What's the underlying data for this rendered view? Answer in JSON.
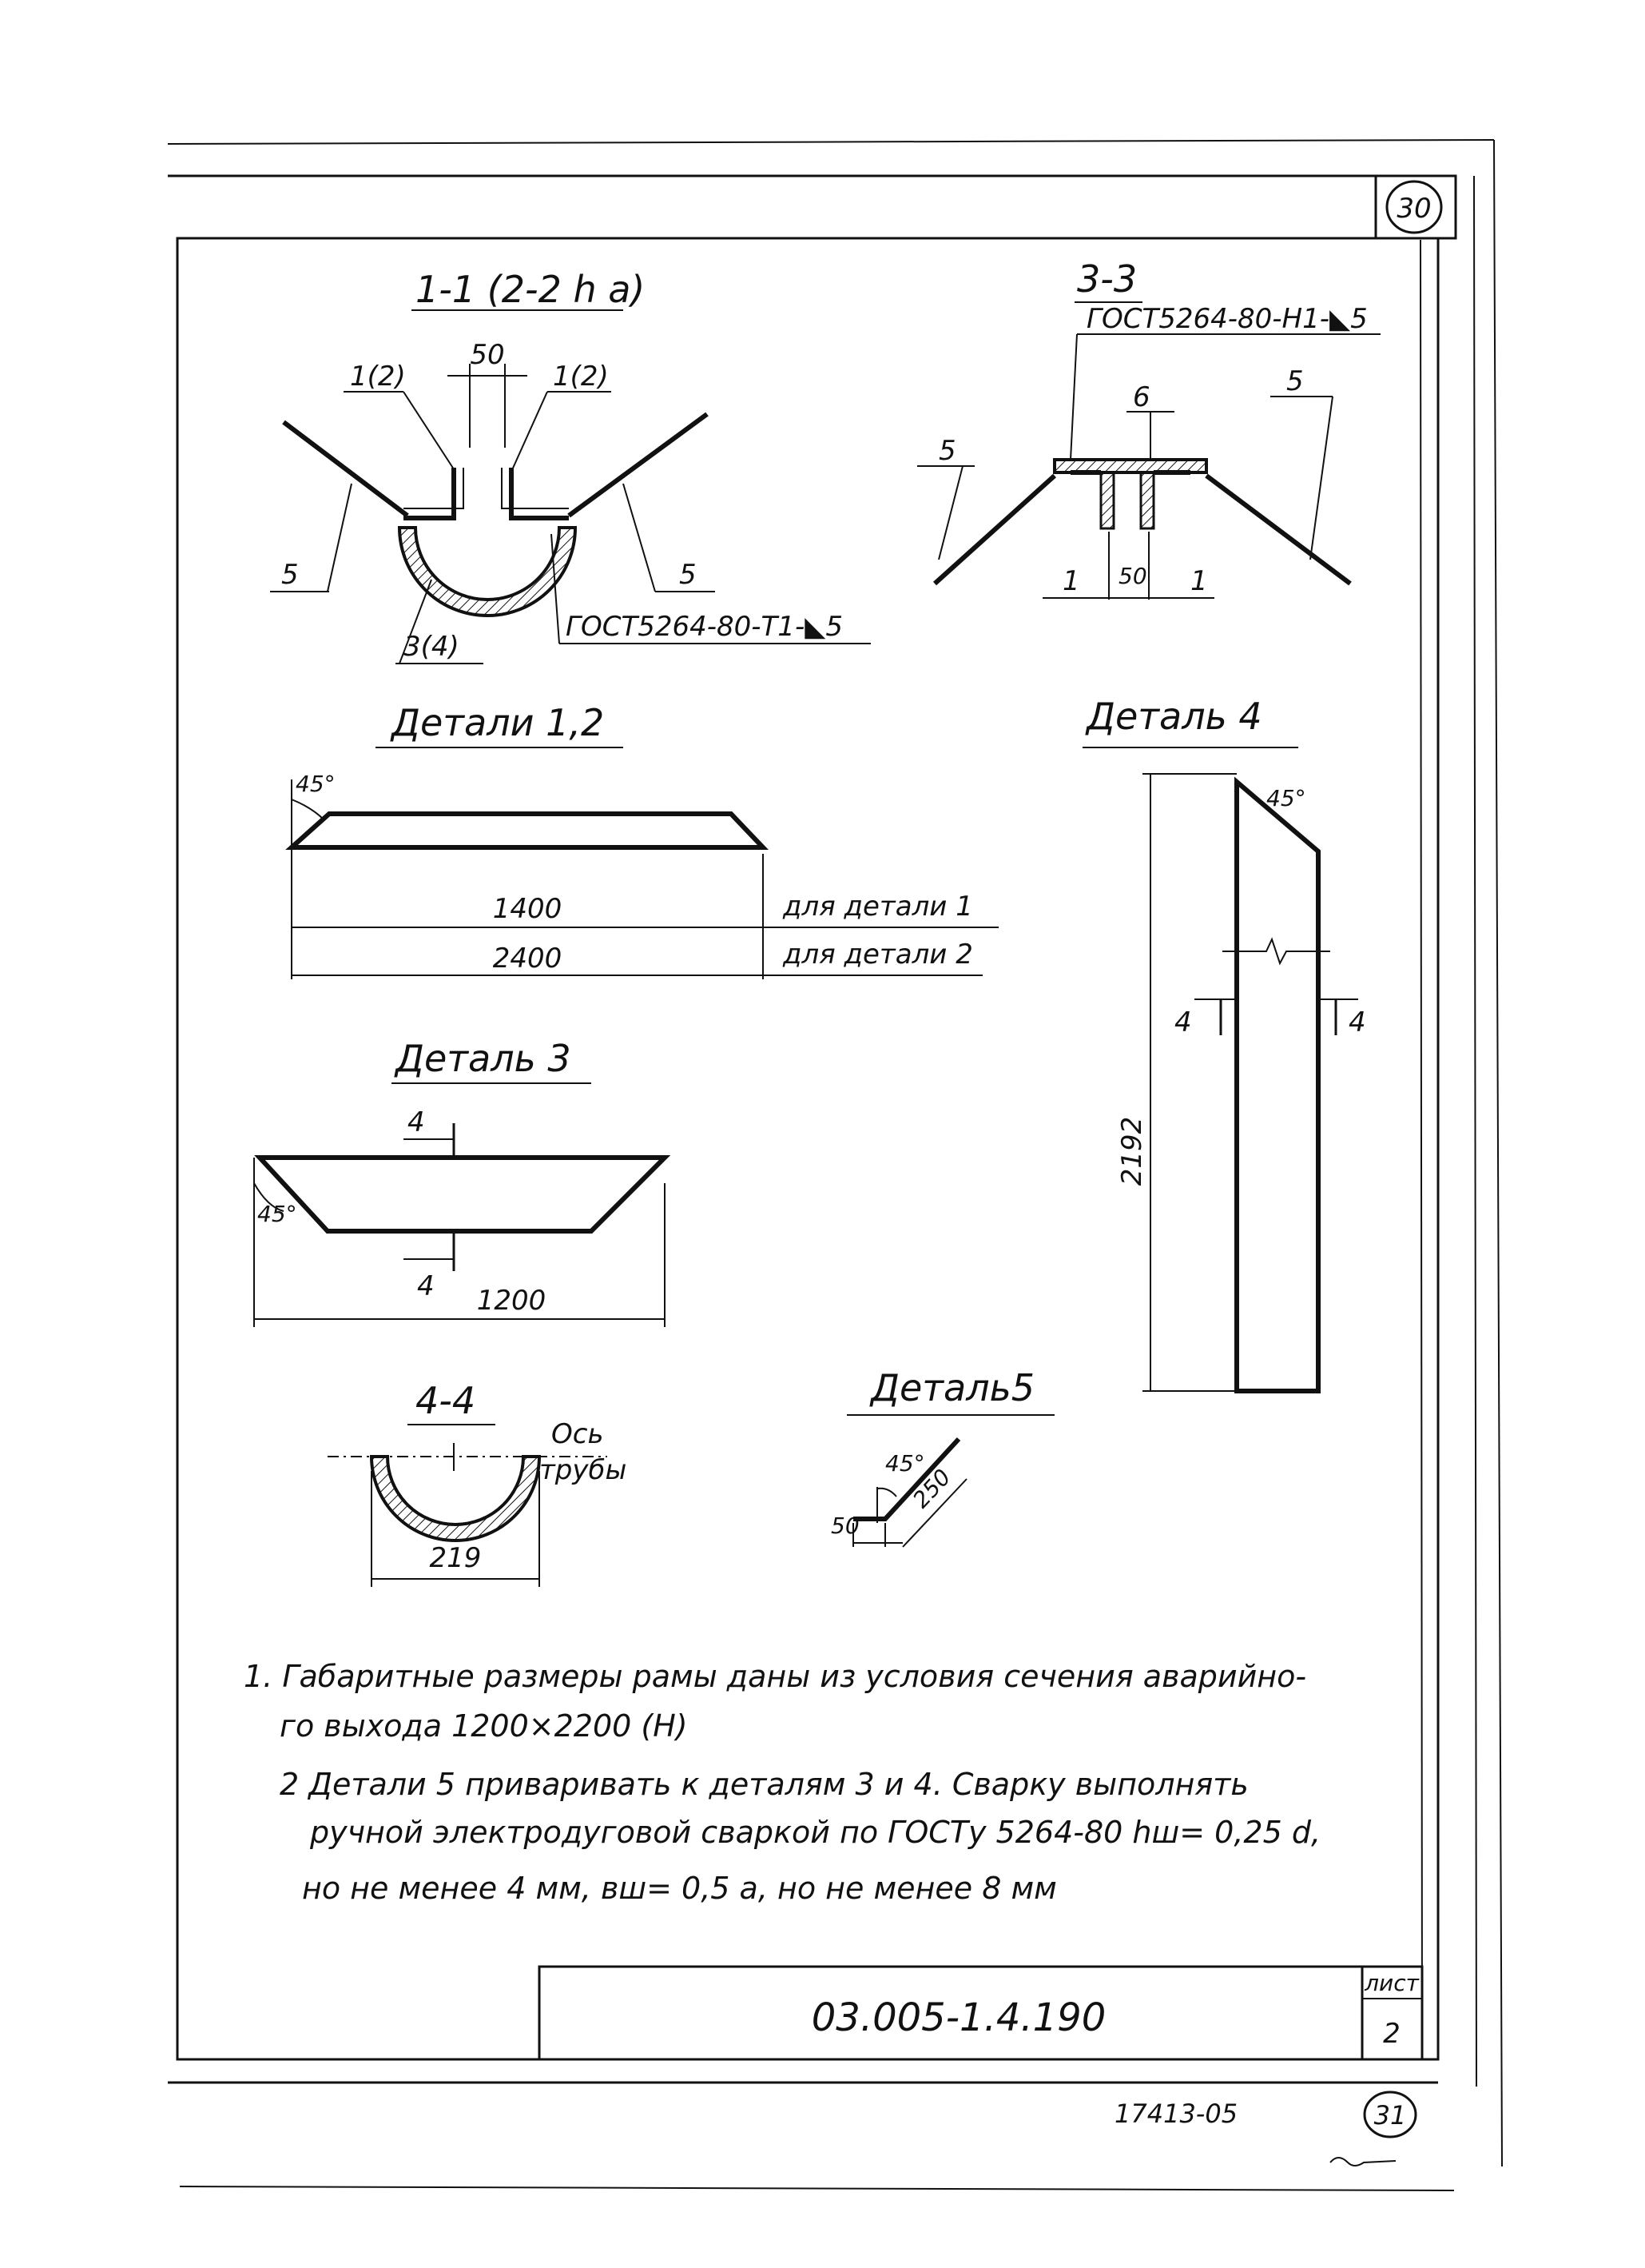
{
  "sheet": {
    "corner_number_top": "30",
    "corner_number_bottom": "31",
    "archive_number": "17413-05",
    "document_code": "03.005-1.4.190",
    "sheet_label": "лист",
    "sheet_number": "2"
  },
  "section_1_1": {
    "title": "1-1 (2-2 h a)",
    "dim_gap": "50",
    "label_left_top": "1(2)",
    "label_right_top": "1(2)",
    "label_left_bottom": "5",
    "label_right_bottom": "5",
    "label_pipe": "3(4)",
    "weld_note": "ГОСТ5264-80-Т1-◣5"
  },
  "section_3_3": {
    "title": "3-3",
    "weld_note": "ГОСТ5264-80-Н1-◣5",
    "label_plate": "6",
    "label_left_sheet": "5",
    "label_right_sheet": "5",
    "label_left_angle": "1",
    "label_right_angle": "1",
    "dim_gap": "50"
  },
  "detail_1_2": {
    "title": "Детали 1,2",
    "angle": "45°",
    "dim_1": "1400",
    "note_1": "для детали 1",
    "dim_2": "2400",
    "note_2": "для детали 2"
  },
  "detail_3": {
    "title": "Деталь 3",
    "cut_mark_top": "4",
    "cut_mark_bottom": "4",
    "angle": "45°",
    "dim_length": "1200"
  },
  "detail_4": {
    "title": "Деталь 4",
    "angle": "45°",
    "cut_mark_left": "4",
    "cut_mark_right": "4",
    "dim_length": "2192"
  },
  "section_4_4": {
    "title": "4-4",
    "axis_label_1": "Ось",
    "axis_label_2": "трубы",
    "dim_diameter": "219"
  },
  "detail_5": {
    "title": "Деталь5",
    "angle": "45°",
    "dim_length": "250",
    "dim_leg": "50"
  },
  "notes": {
    "note_1_line_1": "1. Габаритные размеры рамы даны из условия сечения аварийно-",
    "note_1_line_2": "го выхода 1200×2200 (Н)",
    "note_2_line_1": "2 Детали 5 приваривать к деталям 3 и 4. Сварку выполнять",
    "note_2_line_2": "ручной электродуговой сваркой по ГОСТу 5264-80 hш= 0,25 d,",
    "note_2_line_3": "но не менее 4 мм, вш= 0,5 a, но не менее 8 мм"
  }
}
